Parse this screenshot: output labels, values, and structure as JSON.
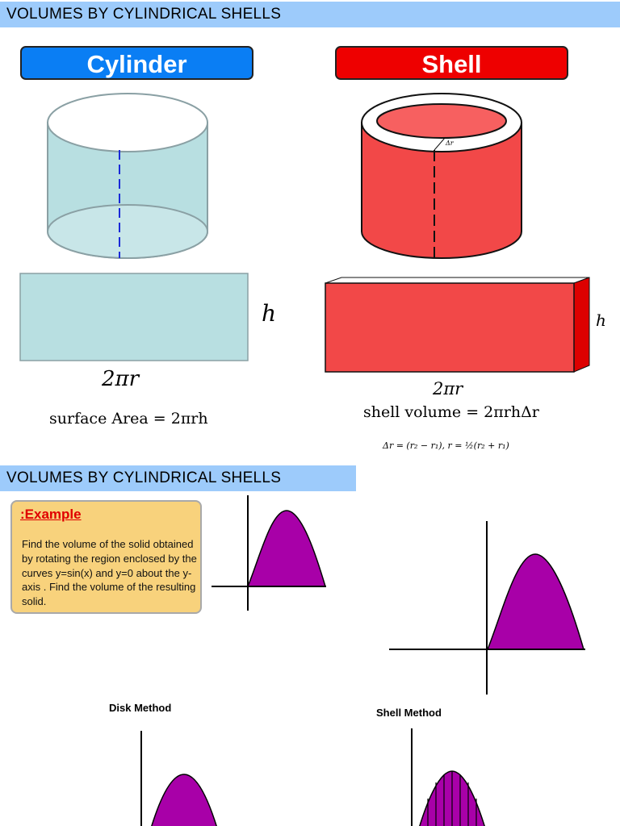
{
  "header": {
    "title": "VOLUMES BY CYLINDRICAL SHELLS"
  },
  "section2": {
    "title": "VOLUMES BY CYLINDRICAL SHELLS"
  },
  "cylinder": {
    "label": "Cylinder",
    "height_label": "h",
    "width_label": "2πr",
    "formula": "surface Area = 2πrh"
  },
  "shell": {
    "label": "Shell",
    "delta_label": "Δr",
    "height_label": "h",
    "width_label": "2πr",
    "formula": "shell volume = 2πrhΔr",
    "relation": "Δr = (r₂ − r₁), r = ½(r₂ + r₁)"
  },
  "example": {
    "title": ":Example",
    "text": "Find the volume of the solid obtained by rotating the region enclosed by the curves y=sin(x) and  y=0 about  the y-axis . Find the volume of the resulting solid."
  },
  "methods": {
    "disk": "Disk Method",
    "shell": "Shell Method"
  },
  "colors": {
    "banner": "#9dcbfb",
    "cylinder_pill": "#0a7ef4",
    "shell_pill": "#ee0000",
    "cylinder_fill": "#b8dfe1",
    "shell_fill": "#f24848",
    "region_fill": "#a800a8",
    "example_box": "#f8d27c"
  }
}
